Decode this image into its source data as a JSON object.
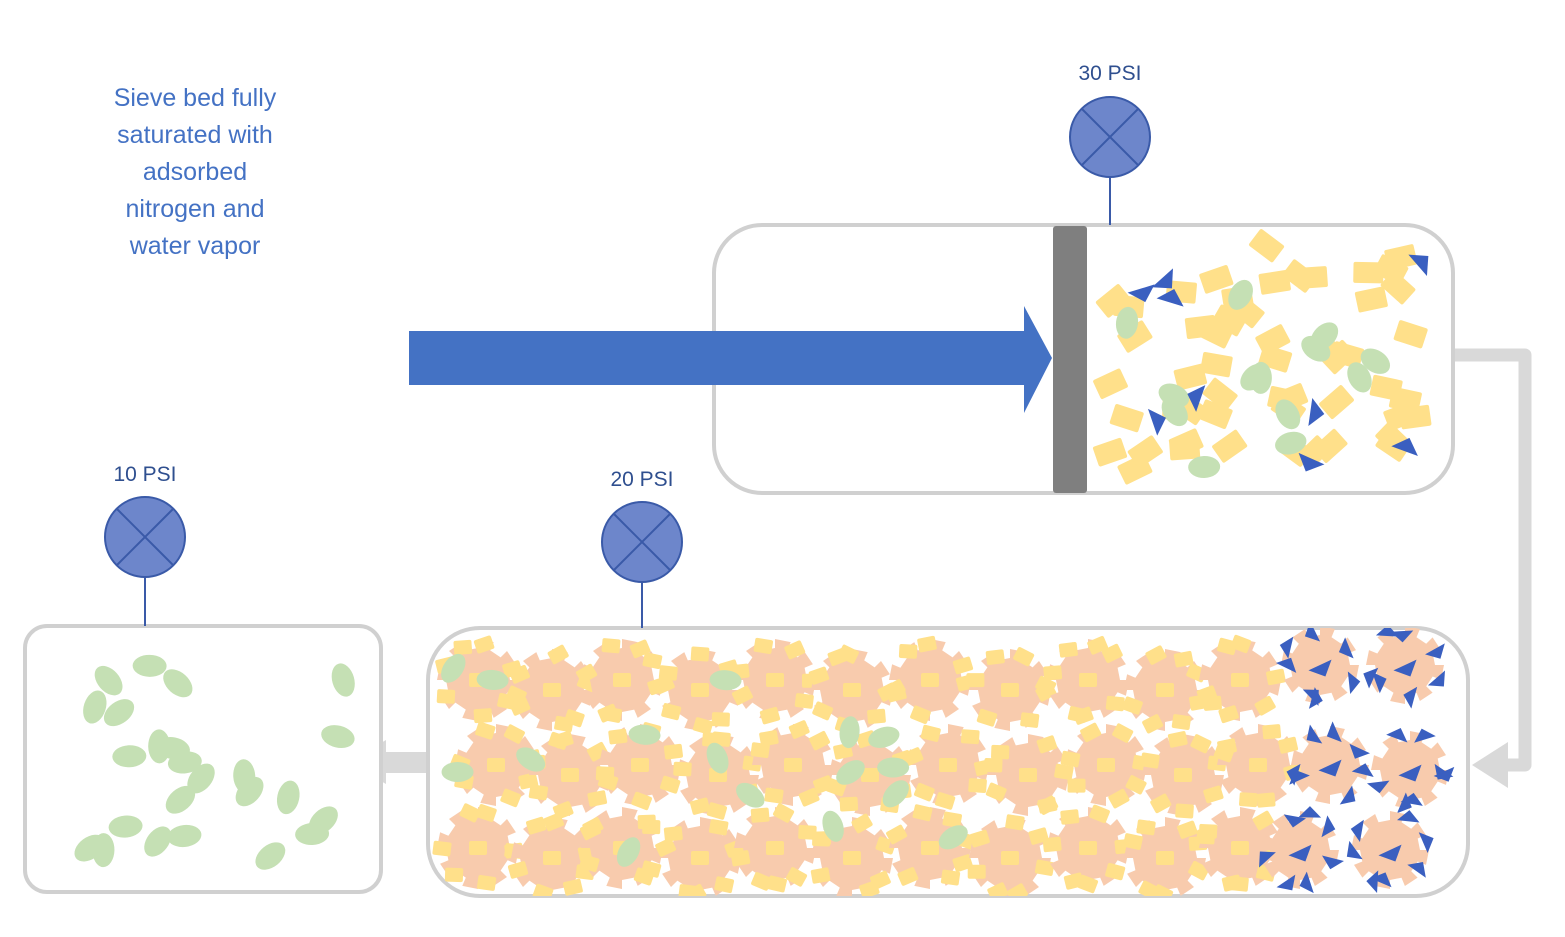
{
  "description_text": "Sieve bed fully\nsaturated with\nadsorbed\nnitrogen and\nwater vapor",
  "gauges": [
    {
      "id": "gauge-30",
      "label": "30 PSI"
    },
    {
      "id": "gauge-20",
      "label": "20 PSI"
    },
    {
      "id": "gauge-10",
      "label": "10 PSI"
    }
  ],
  "colors": {
    "text_blue": "#4472c4",
    "gauge_fill": "#6d86cb",
    "gauge_stroke": "#3a5aa8",
    "arrow_blue": "#4472c4",
    "piston_gray": "#7f7f7f",
    "container_stroke": "#d0d0d0",
    "flow_arrow_gray": "#d9d9d9",
    "oxygen_yellow": "#ffe08a",
    "nitrogen_green": "#c5e0b4",
    "water_vapor_blue": "#3a5fc0",
    "sieve_orange": "#f8cbad"
  },
  "icons": [
    "gauge-icon",
    "compression-arrow-icon",
    "flow-arrow-icon"
  ]
}
